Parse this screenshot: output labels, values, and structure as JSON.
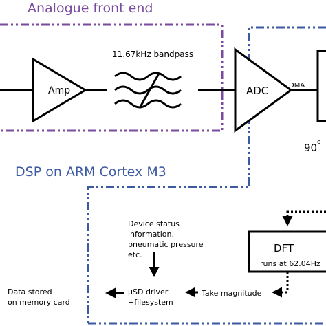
{
  "colors": {
    "analogue": "#7a4ca0",
    "dsp": "#3c5aa3",
    "ink": "#000000"
  },
  "analogue": {
    "title": "Analogue front end",
    "amp_label": "Amp",
    "bandpass_label": "11.67kHz bandpass"
  },
  "adc": {
    "label": "ADC",
    "dma_label": "DMA"
  },
  "phase": {
    "value": "90",
    "unit": "o"
  },
  "dsp": {
    "title": "DSP on ARM Cortex M3"
  },
  "dft": {
    "title": "DFT",
    "subtitle": "runs at 62.04Hz"
  },
  "status_note": {
    "lines": [
      "Device status",
      "information,",
      "pneumatic pressure",
      "etc."
    ]
  },
  "flow": {
    "take_magnitude": "Take magnitude",
    "sd_driver_line1": "µSD driver",
    "sd_driver_line2": "+filesystem",
    "data_stored_line1": "Data stored",
    "data_stored_line2": "on memory card"
  }
}
